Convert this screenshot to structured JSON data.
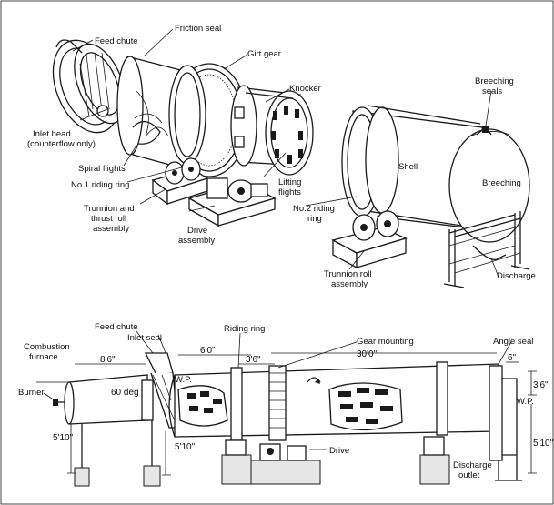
{
  "labels": {
    "feed_chute": "Feed chute",
    "friction_seal": "Friction seal",
    "girt_gear": "Girt gear",
    "knocker": "Knocker",
    "inlet_head": "Inlet head",
    "inlet_head_note": "(counterflow only)",
    "spiral_flights": "Spiral flights",
    "riding_ring_1": "No.1 riding ring",
    "trunnion_thrust_1": "Trunnion and",
    "trunnion_thrust_2": "thrust roll",
    "trunnion_thrust_3": "assembly",
    "drive_assembly_1": "Drive",
    "drive_assembly_2": "assembly",
    "lifting_flights_1": "Lifting",
    "lifting_flights_2": "flights",
    "riding_ring_2a": "No.2 riding",
    "riding_ring_2b": "ring",
    "trunnion_roll_1": "Trunnion roll",
    "trunnion_roll_2": "assembly",
    "shell": "Shell",
    "breeching": "Breeching",
    "breeching_seals_1": "Breeching",
    "breeching_seals_2": "seals",
    "discharge": "Discharge"
  },
  "elevation": {
    "combustion_furnace_1": "Combustion",
    "combustion_furnace_2": "furnace",
    "feed_chute": "Feed chute",
    "inlet_seal": "Inlet seal",
    "riding_ring": "Riding ring",
    "gear_mounting": "Gear mounting",
    "angle_seal": "Angle seal",
    "burner": "Burner",
    "angle": "60 deg",
    "wp_left": "W.P.",
    "wp_right": "W.P.",
    "drive": "Drive",
    "discharge_outlet_1": "Discharge",
    "discharge_outlet_2": "outlet"
  },
  "dimensions": {
    "d_8_6": "8'6\"",
    "d_6_0": "6'0\"",
    "d_3_6_top": "3'6\"",
    "d_30_0": "30'0\"",
    "d_6_right": "6\"",
    "d_3_6_right": "3'6\"",
    "d_5_10_left": "5'10\"",
    "d_5_10_mid": "5'10\"",
    "d_5_10_right": "5'10\""
  }
}
